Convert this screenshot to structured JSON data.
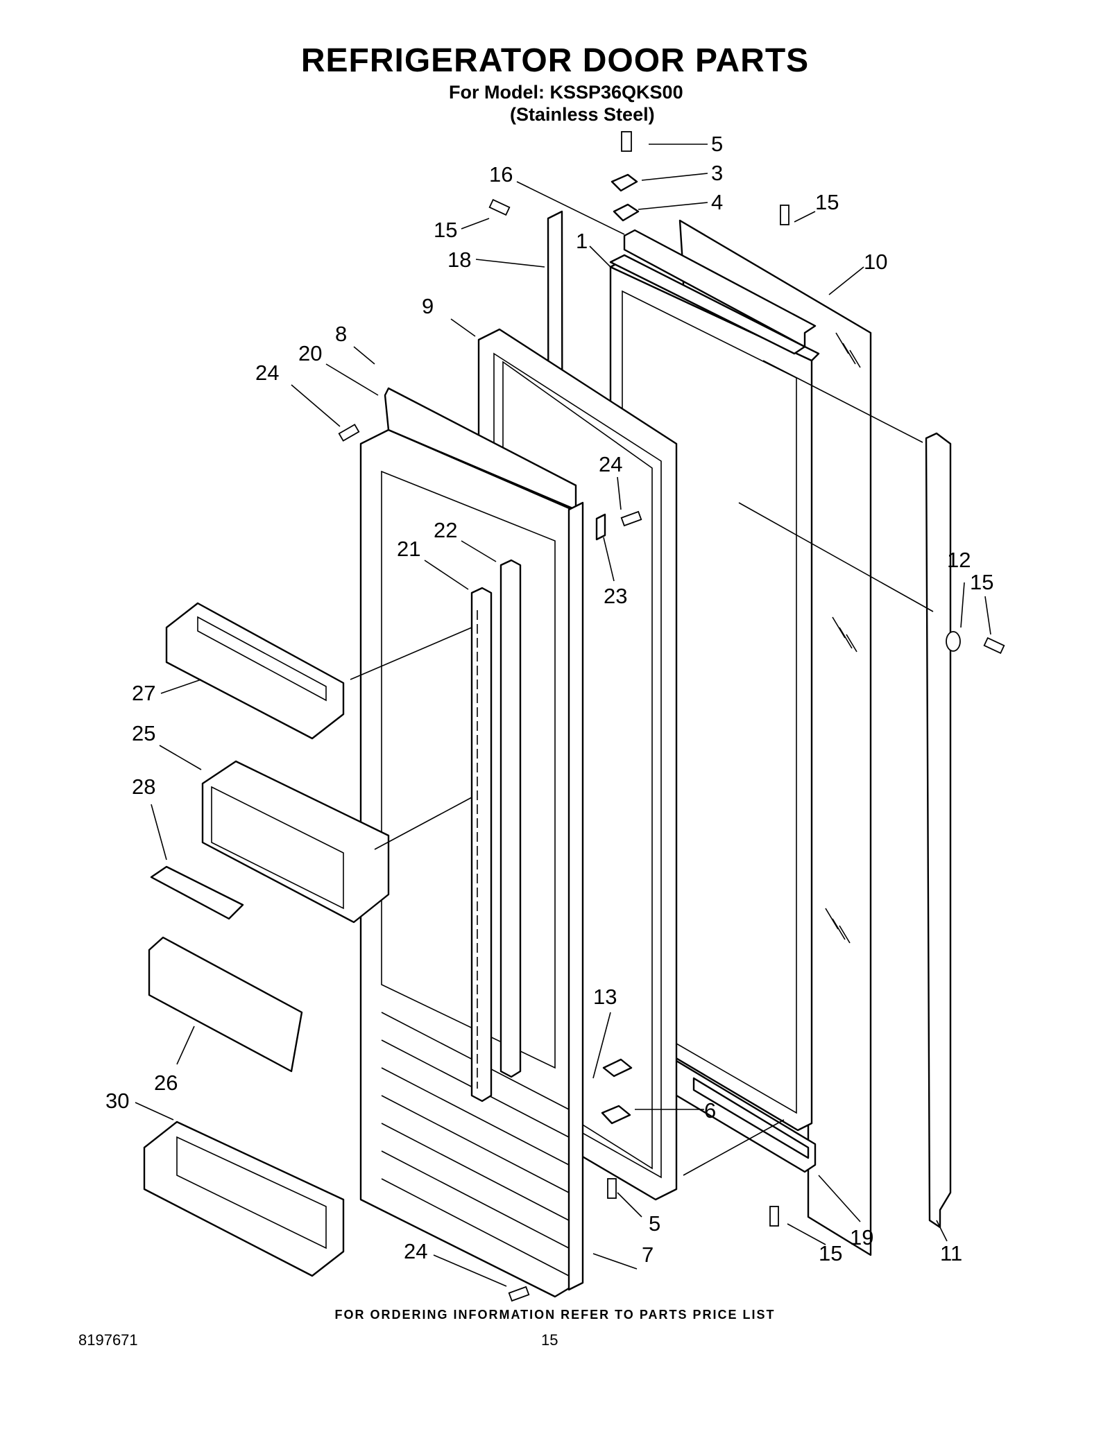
{
  "header": {
    "title": "REFRIGERATOR DOOR PARTS",
    "model_line": "For Model: KSSP36QKS00",
    "variant": "(Stainless Steel)"
  },
  "footer": {
    "ordering_note": "FOR ORDERING INFORMATION REFER TO PARTS PRICE LIST",
    "doc_number": "8197671",
    "page_number": "15"
  },
  "callouts": [
    {
      "id": "c5a",
      "text": "5"
    },
    {
      "id": "c3",
      "text": "3"
    },
    {
      "id": "c16",
      "text": "16"
    },
    {
      "id": "c4",
      "text": "4"
    },
    {
      "id": "c15a",
      "text": "15"
    },
    {
      "id": "c15b",
      "text": "15"
    },
    {
      "id": "c18",
      "text": "18"
    },
    {
      "id": "c1",
      "text": "1"
    },
    {
      "id": "c10",
      "text": "10"
    },
    {
      "id": "c9",
      "text": "9"
    },
    {
      "id": "c8",
      "text": "8"
    },
    {
      "id": "c20",
      "text": "20"
    },
    {
      "id": "c24a",
      "text": "24"
    },
    {
      "id": "c24b",
      "text": "24"
    },
    {
      "id": "c22",
      "text": "22"
    },
    {
      "id": "c21",
      "text": "21"
    },
    {
      "id": "c23",
      "text": "23"
    },
    {
      "id": "c12",
      "text": "12"
    },
    {
      "id": "c15c",
      "text": "15"
    },
    {
      "id": "c27",
      "text": "27"
    },
    {
      "id": "c25",
      "text": "25"
    },
    {
      "id": "c28",
      "text": "28"
    },
    {
      "id": "c13",
      "text": "13"
    },
    {
      "id": "c26",
      "text": "26"
    },
    {
      "id": "c30",
      "text": "30"
    },
    {
      "id": "c6",
      "text": "6"
    },
    {
      "id": "c24c",
      "text": "24"
    },
    {
      "id": "c5b",
      "text": "5"
    },
    {
      "id": "c7",
      "text": "7"
    },
    {
      "id": "c15d",
      "text": "15"
    },
    {
      "id": "c19",
      "text": "19"
    },
    {
      "id": "c11",
      "text": "11"
    }
  ]
}
